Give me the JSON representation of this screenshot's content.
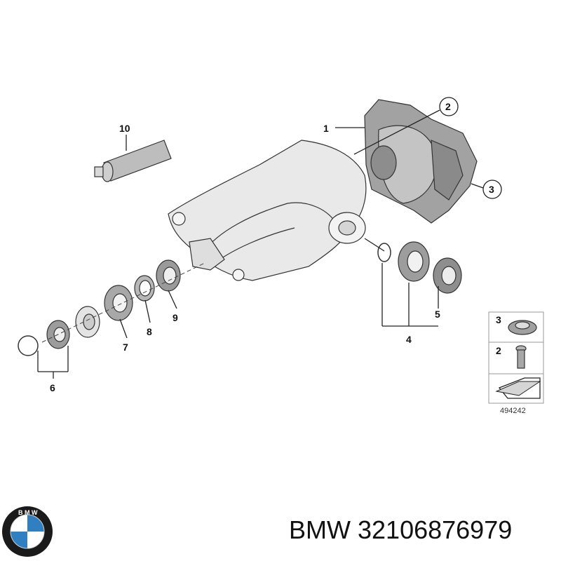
{
  "brand": "BMW",
  "part_number": "32106876979",
  "diagram_id": "494242",
  "callouts": {
    "c1": "1",
    "c2": "2",
    "c3": "3",
    "c4": "4",
    "c5": "5",
    "c6": "6",
    "c7": "7",
    "c8": "8",
    "c9": "9",
    "c10": "10"
  },
  "legend": {
    "row_top": "3",
    "row_mid": "2"
  },
  "colors": {
    "housing_light": "#e6e6e6",
    "cover_dark": "#9a9a9a",
    "bmw_blue": "#2f7fc1",
    "bmw_ring": "#1a1a1a"
  }
}
